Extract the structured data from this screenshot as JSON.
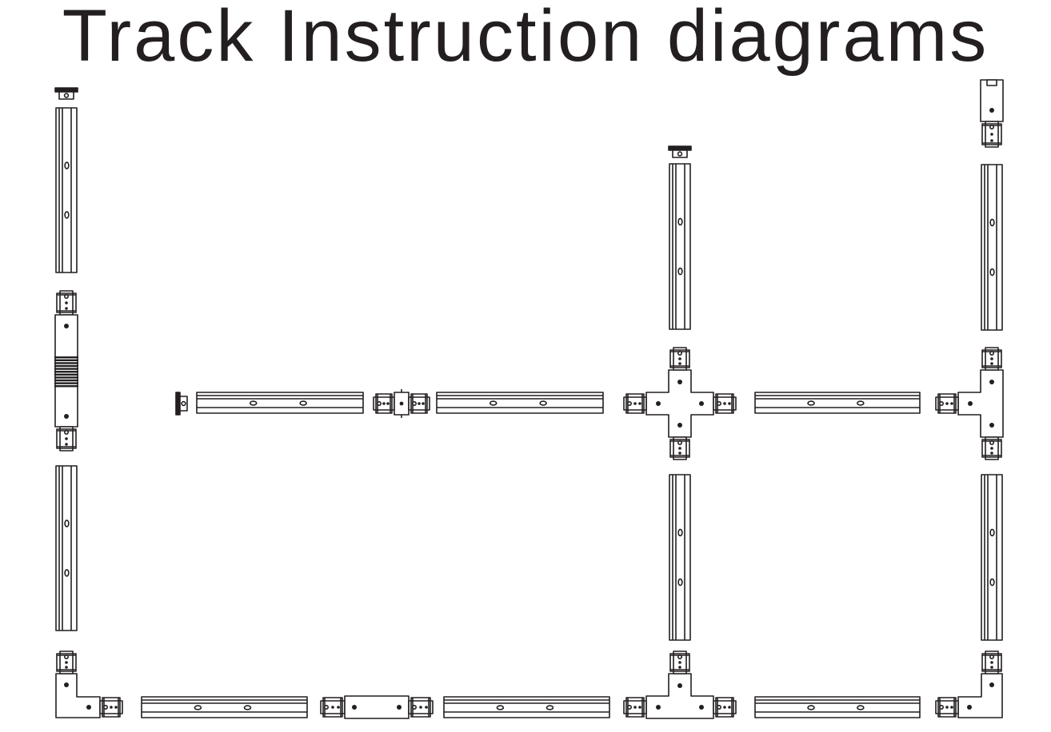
{
  "title": "Track Instruction diagrams",
  "colors": {
    "line": "#231f20",
    "fill": "#ffffff",
    "background": "#ffffff"
  },
  "diagram": {
    "components": [
      "track-rail",
      "live-end-feed",
      "end-cap",
      "straight-connector",
      "flexible-connector",
      "l-connector",
      "t-connector",
      "x-connector"
    ]
  }
}
